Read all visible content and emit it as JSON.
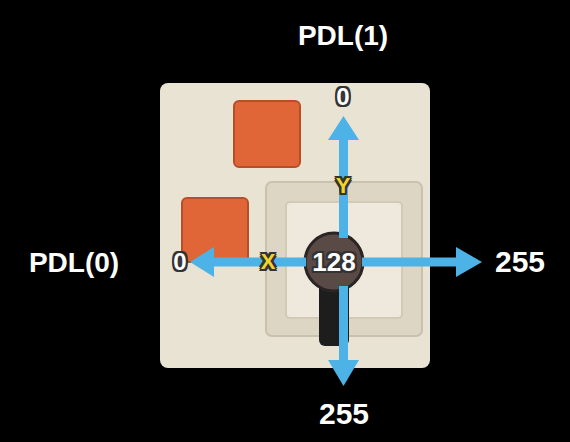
{
  "diagram": {
    "labels": [
      "PDL(1)",
      "0",
      "Y",
      "PDL(0)",
      "0",
      "X",
      "128",
      "255",
      "255"
    ]
  }
}
